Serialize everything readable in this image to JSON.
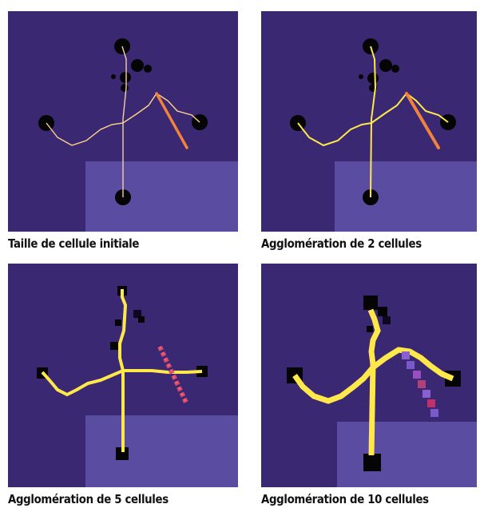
{
  "panels": [
    {
      "caption": "Taille de cellule initiale"
    },
    {
      "caption": "Agglomération de 2 cellules"
    },
    {
      "caption": "Agglomération de 5 cellules"
    },
    {
      "caption": "Agglomération de 10 cellules"
    }
  ],
  "colors": {
    "background": "#3b2872",
    "lighter_zone": "#5a4da1",
    "network": "#ffe94a",
    "fault": "#f0823c",
    "well_marker": "#050505"
  }
}
